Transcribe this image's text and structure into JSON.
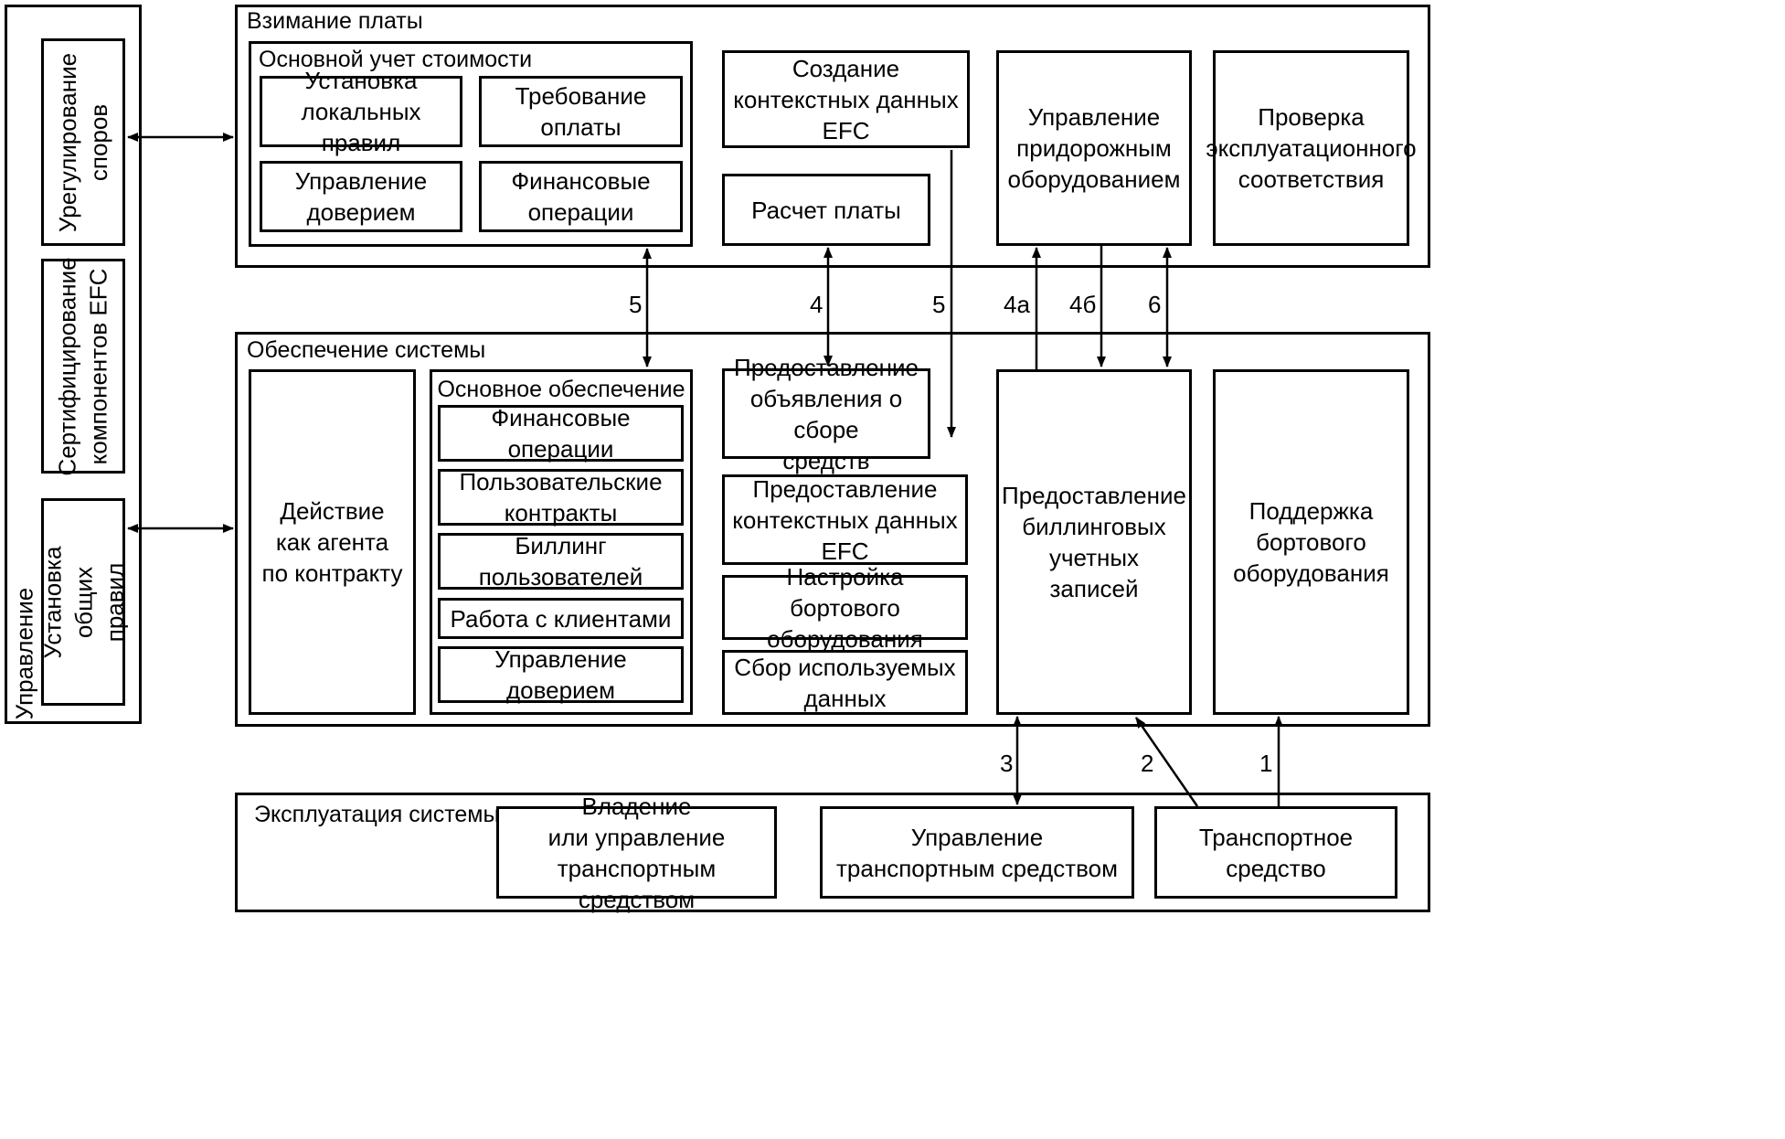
{
  "management": {
    "title": "Управление",
    "dispute": "Урегулирование\nспоров",
    "certification": "Сертифицирование\nкомпонентов EFC",
    "common_rules": "Установка\nобщих правил"
  },
  "charging": {
    "title": "Взимание платы",
    "core": {
      "title": "Основной учет стоимости",
      "local_rules": "Установка\nлокальных правил",
      "payment_request": "Требование\nоплаты",
      "trust": "Управление\nдоверием",
      "financial": "Финансовые\nоперации"
    },
    "context_creation": "Создание\nконтекстных данных\nEFC",
    "fee_calc": "Расчет платы",
    "rse_mgmt": "Управление\nпридорожным\nоборудованием",
    "compliance": "Проверка\nэксплуатационного\nсоответствия"
  },
  "provision": {
    "title": "Обеспечение системы",
    "agent": "Действие\nкак агента\nпо контракту",
    "core": {
      "title": "Основное обеспечение",
      "financial": "Финансовые\nоперации",
      "contracts": "Пользовательские\nконтракты",
      "billing": "Биллинг\nпользователей",
      "customers": "Работа с клиентами",
      "trust": "Управление\nдоверием"
    },
    "toll_declaration": "Предоставление\nобъявления о сборе\nсредств",
    "context_provision": "Предоставление\nконтекстных данных\nEFC",
    "obe_setup": "Настройка бортового\nоборудования",
    "usage_collection": "Сбор используемых\nданных",
    "billing_records": "Предоставление\nбиллинговых\nучетных записей",
    "obe_support": "Поддержка\nбортового\nоборудования"
  },
  "operation": {
    "title": "Эксплуатация системы",
    "ownership": "Владение\nили управление\nтранспортным средством",
    "vehicle_mgmt": "Управление\nтранспортным средством",
    "vehicle": "Транспортное\nсредство"
  },
  "flows": {
    "f5a": "5",
    "f4": "4",
    "f5b": "5",
    "f4a": "4а",
    "f4b": "4б",
    "f6": "6",
    "f3": "3",
    "f2": "2",
    "f1": "1"
  }
}
